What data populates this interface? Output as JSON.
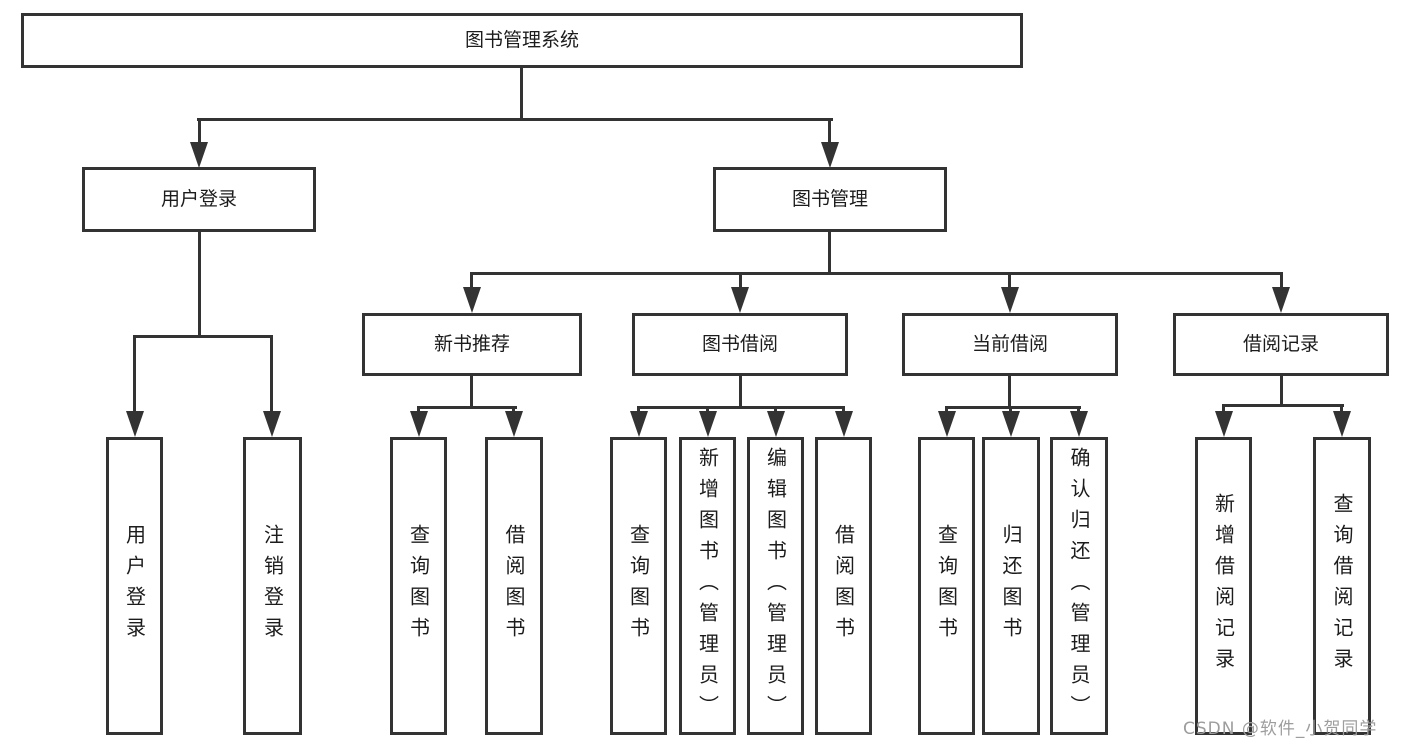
{
  "diagram": {
    "title": "图书管理系统",
    "level2": {
      "user_login": "用户登录",
      "book_mgmt": "图书管理"
    },
    "level3": {
      "new_book_rec": "新书推荐",
      "book_borrow": "图书借阅",
      "current_borrow": "当前借阅",
      "borrow_record": "借阅记录"
    },
    "leaves": {
      "user_login": "用户登录",
      "logout": "注销登录",
      "rec_query_book": "查询图书",
      "rec_borrow_book": "借阅图书",
      "bb_query_book": "查询图书",
      "bb_add_book": "新增图书（管理员）",
      "bb_edit_book": "编辑图书（管理员）",
      "bb_borrow_book": "借阅图书",
      "cb_query_book": "查询图书",
      "cb_return_book": "归还图书",
      "cb_confirm_return": "确认归还（管理员）",
      "br_add_record": "新增借阅记录",
      "br_query_record": "查询借阅记录"
    }
  },
  "colors": {
    "line": "#333333",
    "text": "#1c1c1c",
    "watermark": "#9d9d9d"
  },
  "watermark": "CSDN @软件_小贺同学"
}
